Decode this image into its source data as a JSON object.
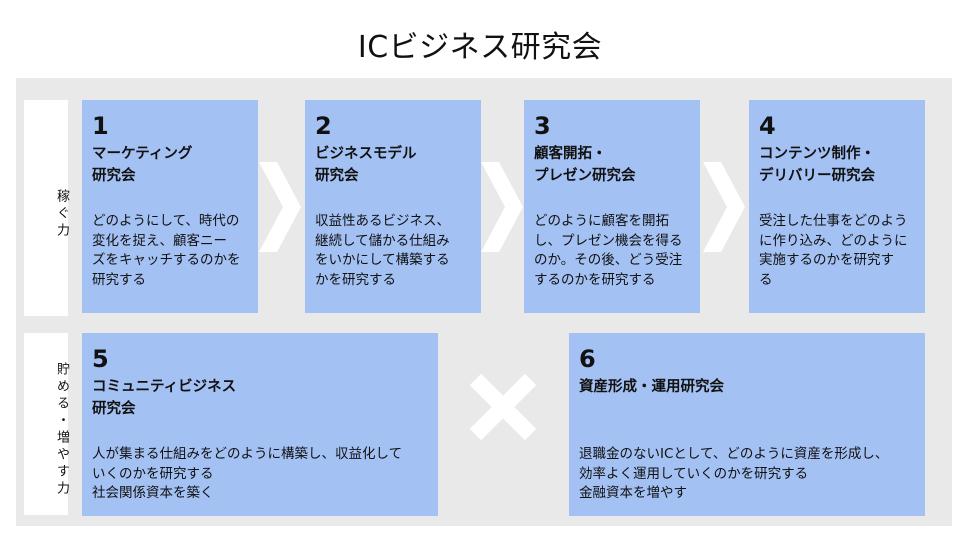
{
  "title": "ICビジネス研究会",
  "sections": {
    "earn": {
      "label": "稼ぐ力"
    },
    "save": {
      "label": "貯める・増やす力"
    }
  },
  "cards": [
    {
      "number": "1",
      "name": "マーケティング\n研究会",
      "description": "どのようにして、時代の\n変化を捉え、顧客ニー\nズをキャッチするのかを\n研究する"
    },
    {
      "number": "2",
      "name": "ビジネスモデル\n研究会",
      "description": "収益性あるビジネス、\n継続して儲かる仕組み\nをいかにして構築する\nかを研究する"
    },
    {
      "number": "3",
      "name": "顧客開拓・\nプレゼン研究会",
      "description": "どのように顧客を開拓\nし、プレゼン機会を得る\nのか。その後、どう受注\nするのかを研究する"
    },
    {
      "number": "4",
      "name": "コンテンツ制作・\nデリバリー研究会",
      "description": "受注した仕事をどのよう\nに作り込み、どのように\n実施するのかを研究す\nる"
    },
    {
      "number": "5",
      "name": "コミュニティビジネス\n研究会",
      "description": "人が集まる仕組みをどのように構築し、収益化して\nいくのかを研究する\n社会関係資本を築く"
    },
    {
      "number": "6",
      "name": "資産形成・運用研究会",
      "description": "退職金のないICとして、どのように資産を形成し、\n効率よく運用していくのかを研究する\n金融資本を増やす"
    }
  ],
  "colors": {
    "card": "#a4c1f4",
    "panel": "#e9e9e9",
    "connector": "#ffffff"
  },
  "icons": {
    "step_arrow": "chevron-right-icon",
    "combine": "cross-icon"
  }
}
